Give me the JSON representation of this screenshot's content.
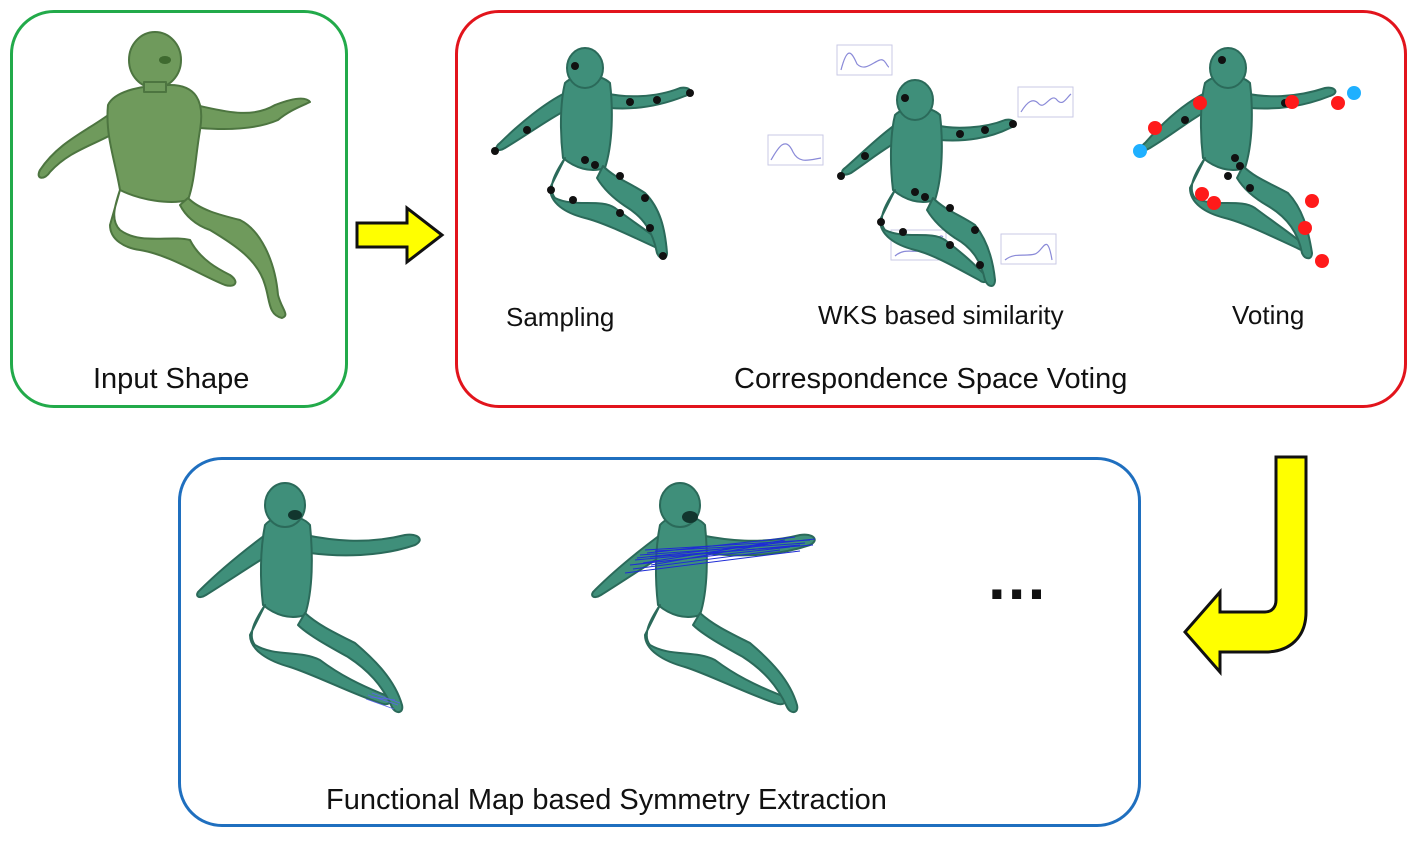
{
  "colors": {
    "input_border": "#22aa4a",
    "voting_border": "#e2141c",
    "fmap_border": "#1f6fbf",
    "arrow_fill": "#ffff00",
    "input_shape": "#6f9a5c",
    "shape": "#3f8f7a",
    "sample_point": "#111111",
    "vote_red": "#ff1a1a",
    "vote_cyan": "#1fb0ff",
    "correspondence_line": "#1e2bd6"
  },
  "input_panel": {
    "caption": "Input Shape"
  },
  "voting_panel": {
    "steps": [
      {
        "label": "Sampling"
      },
      {
        "label": "WKS based similarity"
      },
      {
        "label": "Voting"
      }
    ],
    "caption": "Correspondence Space Voting"
  },
  "fmap_panel": {
    "caption": "Functional Map based Symmetry Extraction",
    "ellipsis": "..."
  }
}
